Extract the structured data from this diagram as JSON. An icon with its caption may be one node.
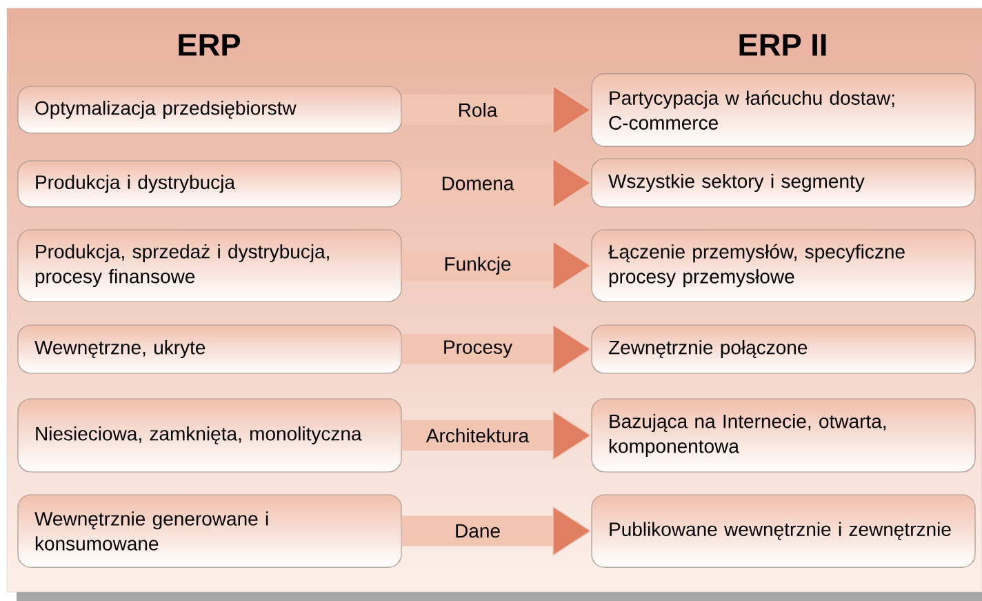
{
  "diagram": {
    "nodes": [
      {
        "text": [
          "Optymalizacja przedsiębiorstw"
        ]
      },
      {
        "text": [
          "Produkcja i dystrybucja"
        ]
      },
      {
        "text": [
          "Produkcja, sprzedaż i dystrybucja, procesy finansowe"
        ]
      },
      {
        "text": [
          "Wewnętrzne, ukryte"
        ]
      },
      {
        "text": [
          "Niesieciowa, zamknięta, monolityczna"
        ]
      },
      {
        "text": [
          "Wewnętrznie generowane i konsumowane"
        ]
      },
      {
        "text": [
          "Partycypacja w łańcuchu dostaw; C-commerce"
        ]
      },
      {
        "text": [
          "Wszystkie sektory i segmenty"
        ]
      },
      {
        "text": [
          "Łączenie przemysłów, specyficzne procesy przemysłowe"
        ]
      },
      {
        "text": [
          "Zewnętrznie połączone"
        ]
      },
      {
        "text": [
          "Bazująca na Internecie, otwarta, komponentowa"
        ]
      },
      {
        "text": [
          "Publikowane wewnętrznie i zewnętrznie"
        ]
      }
    ],
    "edges": [
      {
        "from": 0,
        "to": 6,
        "arrow": "to",
        "label": "Rola"
      },
      {
        "from": 1,
        "to": 7,
        "arrow": "to",
        "label": "Domena"
      },
      {
        "from": 2,
        "to": 8,
        "arrow": "to",
        "label": "Funkcje"
      },
      {
        "from": 3,
        "to": 9,
        "arrow": "to",
        "label": "Procesy"
      },
      {
        "from": 4,
        "to": 10,
        "arrow": "to",
        "label": "Architektura"
      },
      {
        "from": 5,
        "to": 11,
        "arrow": "to",
        "label": "Dane"
      }
    ],
    "labels": [
      "ERP",
      "ERP II"
    ]
  }
}
